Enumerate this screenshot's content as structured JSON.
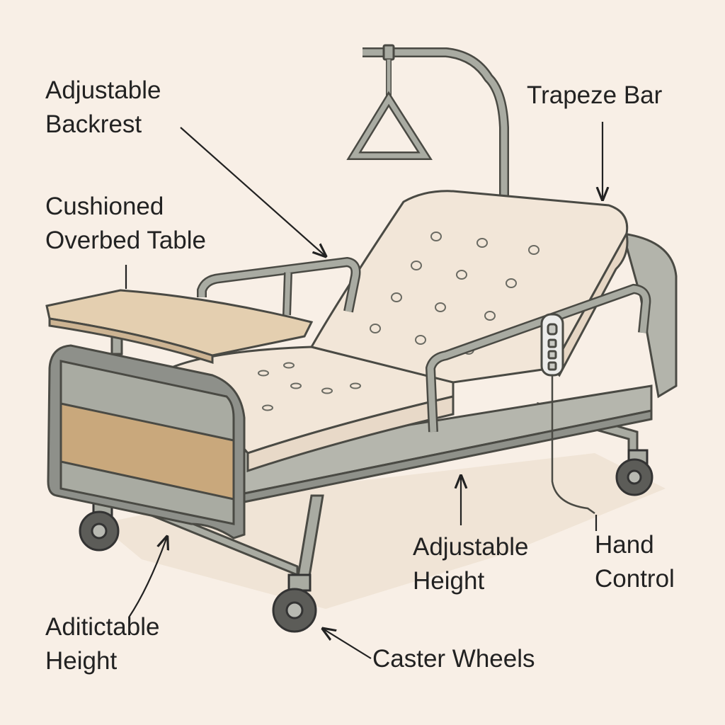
{
  "labels": {
    "backrest": [
      "Adjustable",
      "Backrest"
    ],
    "trapeze": [
      "Trapeze Bar"
    ],
    "table": [
      "Cushioned",
      "Overbed Table"
    ],
    "height_center": [
      "Adjustable",
      "Height"
    ],
    "hand_control": [
      "Hand",
      "Control"
    ],
    "height_left": [
      "Aditictable",
      "Height"
    ],
    "casters": [
      "Caster Wheels"
    ]
  },
  "colors": {
    "background": "#f8efe6",
    "frame": "#a9aba2",
    "frame_outline": "#4a4a44",
    "mattress": "#f2e6d8",
    "table_top": "#e4cfb0",
    "footboard_stripe": "#c9a87c",
    "text": "#222222"
  }
}
